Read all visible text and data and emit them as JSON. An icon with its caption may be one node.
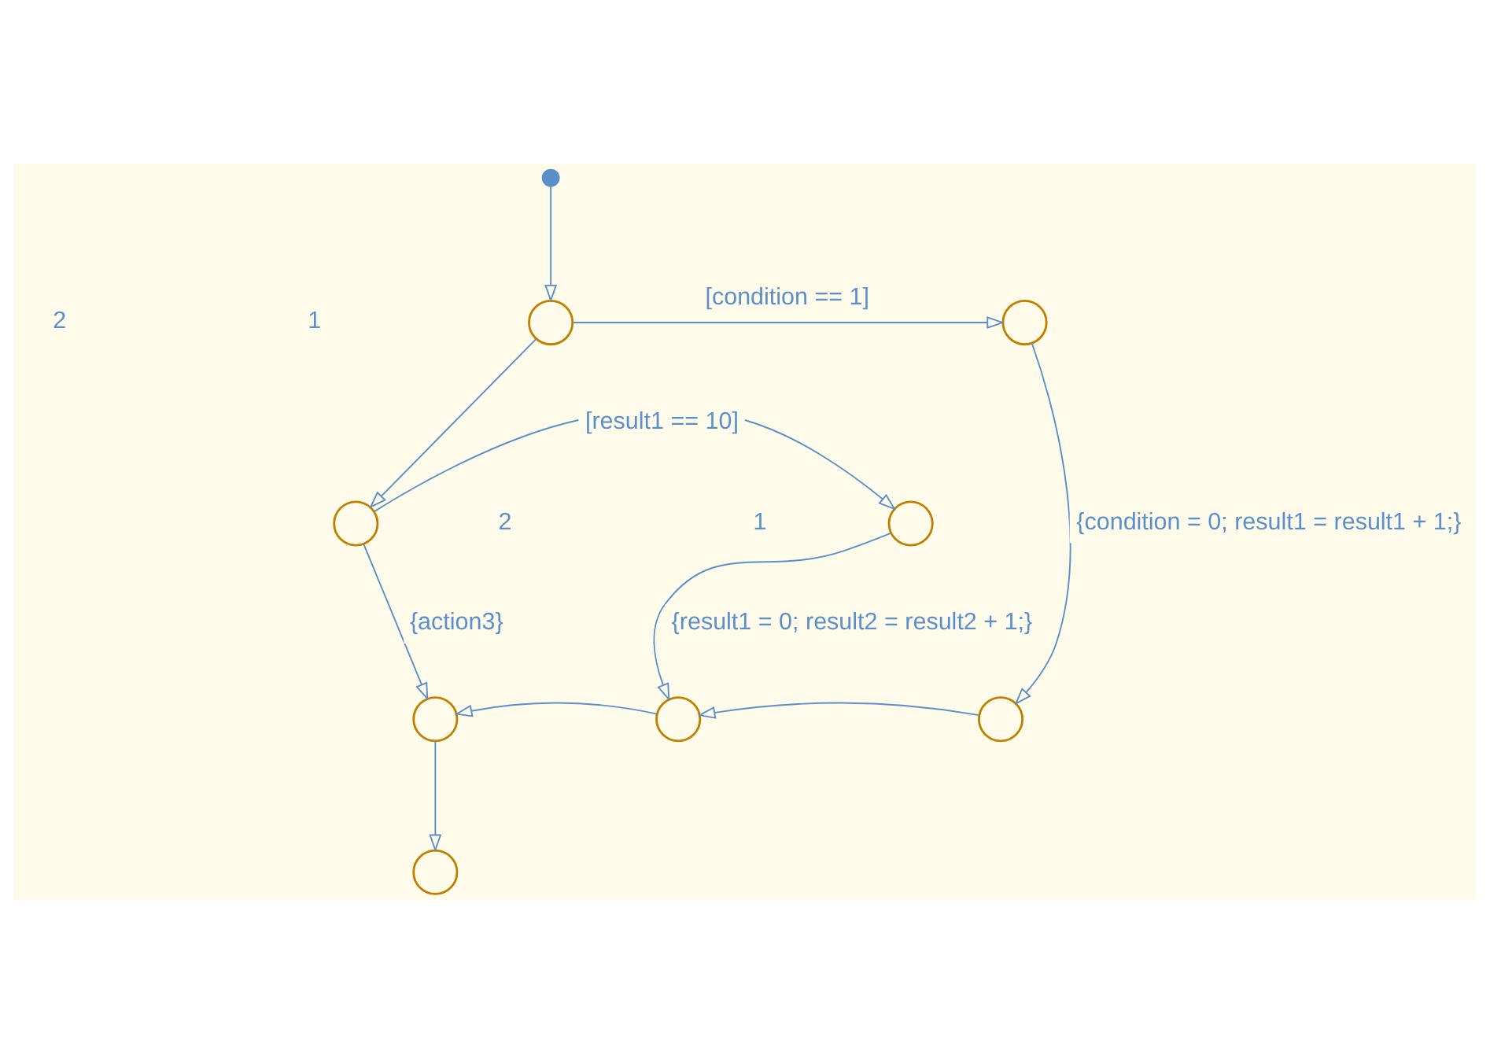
{
  "diagram": {
    "nodes": [
      {
        "text": [],
        "shape": "circle"
      },
      {
        "text": [],
        "shape": "circle"
      },
      {
        "text": [],
        "shape": "circle"
      },
      {
        "text": [],
        "shape": "circle"
      },
      {
        "text": [],
        "shape": "circle"
      },
      {
        "text": [],
        "shape": "circle"
      },
      {
        "text": [],
        "shape": "circle"
      },
      {
        "text": [],
        "shape": "circle"
      },
      {
        "text": [],
        "shape": "circle"
      }
    ],
    "edges": [
      {
        "from": 0,
        "to": 1,
        "arrow": "to"
      },
      {
        "from": 1,
        "to": 2,
        "arrow": "to",
        "label": "[condition == 1]"
      },
      {
        "from": 1,
        "to": 3,
        "arrow": "to"
      },
      {
        "from": 3,
        "to": 4,
        "arrow": "to",
        "label": "[result1 == 10]"
      },
      {
        "from": 2,
        "to": 7,
        "arrow": "to",
        "label": "{condition = 0; result1 = result1 + 1;}"
      },
      {
        "from": 4,
        "to": 6,
        "arrow": "to",
        "label": "{result1 = 0; result2 = result2 + 1;}"
      },
      {
        "from": 3,
        "to": 5,
        "arrow": "to",
        "label": "{action3}"
      },
      {
        "from": 7,
        "to": 6,
        "arrow": "to"
      },
      {
        "from": 6,
        "to": 5,
        "arrow": "to"
      },
      {
        "from": 5,
        "to": 8,
        "arrow": "to"
      }
    ],
    "labels": [
      "1",
      "2",
      "1",
      "2"
    ]
  }
}
